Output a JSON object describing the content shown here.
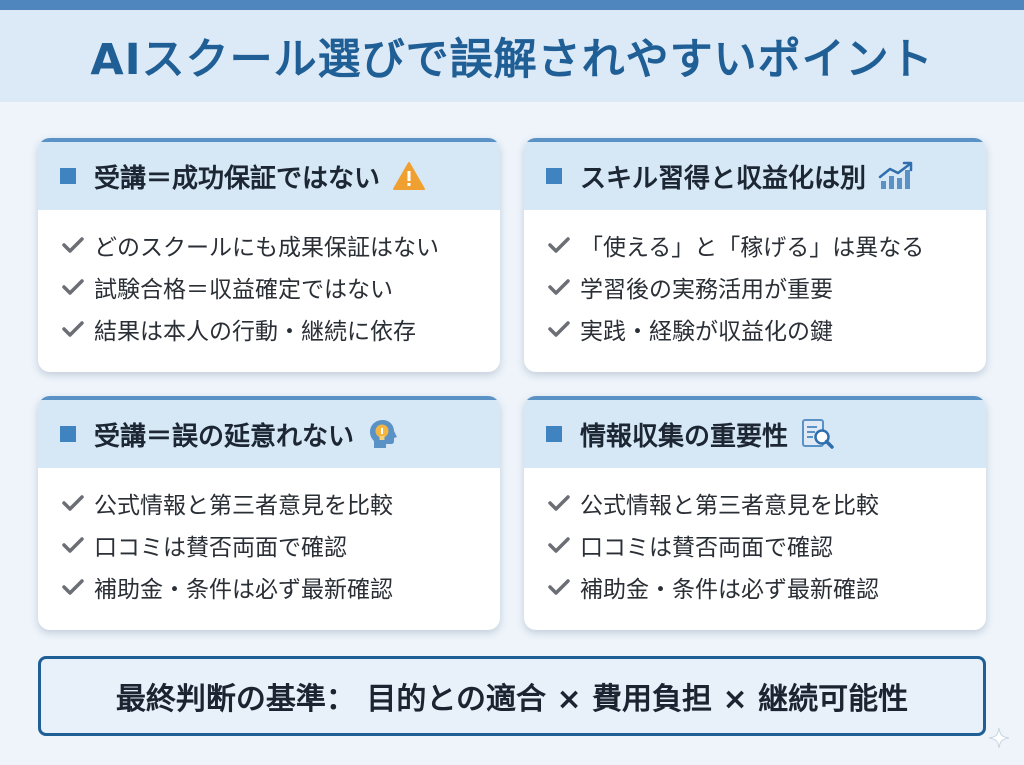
{
  "header": {
    "title": "AIスクール選びで誤解されやすいポイント"
  },
  "cards": [
    {
      "title": "受講＝成功保証ではない",
      "icon": "warning-icon",
      "items": [
        "どのスクールにも成果保証はない",
        "試験合格＝収益確定ではない",
        "結果は本人の行動・継続に依存"
      ]
    },
    {
      "title": "スキル習得と収益化は別",
      "icon": "growth-chart-icon",
      "items": [
        "「使える」と「稼げる」は異なる",
        "学習後の実務活用が重要",
        "実践・経験が収益化の鍵"
      ]
    },
    {
      "title": "受講＝誤の延意れない",
      "icon": "head-idea-icon",
      "items": [
        "公式情報と第三者意見を比較",
        "口コミは賛否両面で確認",
        "補助金・条件は必ず最新確認"
      ]
    },
    {
      "title": "情報収集の重要性",
      "icon": "document-search-icon",
      "items": [
        "公式情報と第三者意見を比較",
        "口コミは賛否両面で確認",
        "補助金・条件は必ず最新確認"
      ]
    }
  ],
  "footer": {
    "text": "最終判断の基準： 目的との適合 × 費用負担 × 継続可能性"
  },
  "colors": {
    "accent": "#1f5f96",
    "header_bg": "#dce9f6",
    "card_head_bg": "#d6e7f6",
    "bullet": "#3f83c1",
    "warning": "#f0a030"
  }
}
